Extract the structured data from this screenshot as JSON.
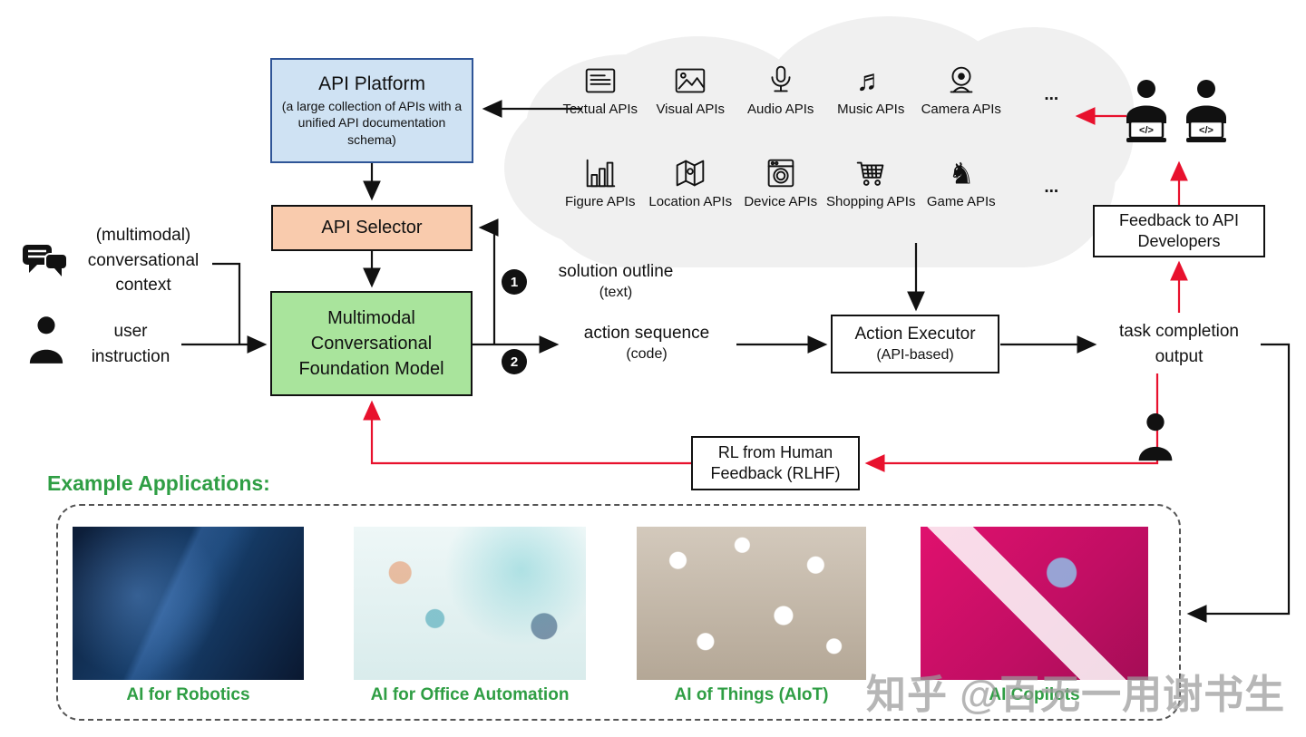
{
  "colors": {
    "platform_fill": "#cfe2f3",
    "platform_border": "#2f5597",
    "selector_fill": "#f9cbad",
    "model_fill": "#a9e49c",
    "cloud_fill": "#f0f0f0",
    "accent_red": "#e8112d",
    "green": "#2f9e44"
  },
  "platform": {
    "title": "API Platform",
    "subtitle": "(a large collection of APIs with a unified API documentation schema)"
  },
  "selector": {
    "label": "API Selector"
  },
  "model": {
    "label": "Multimodal Conversational Foundation Model"
  },
  "inputs": {
    "context": "(multimodal) conversational context",
    "instruction": "user instruction"
  },
  "steps": {
    "one": {
      "num": "1",
      "label": "solution outline",
      "sub": "(text)"
    },
    "two": {
      "num": "2",
      "label": "action sequence",
      "sub": "(code)"
    }
  },
  "cloud": {
    "apis": [
      {
        "label": "Textual APIs"
      },
      {
        "label": "Visual APIs"
      },
      {
        "label": "Audio APIs"
      },
      {
        "label": "Music APIs"
      },
      {
        "label": "Camera APIs"
      },
      {
        "label": "..."
      },
      {
        "label": "Figure APIs"
      },
      {
        "label": "Location APIs"
      },
      {
        "label": "Device APIs"
      },
      {
        "label": "Shopping APIs"
      },
      {
        "label": "Game APIs"
      },
      {
        "label": "..."
      }
    ]
  },
  "executor": {
    "title": "Action Executor",
    "sub": "(API-based)"
  },
  "feedback": {
    "label": "Feedback to API Developers"
  },
  "rlhf": {
    "label": "RL from Human Feedback (RLHF)"
  },
  "task_output": {
    "label": "task completion output"
  },
  "icons": {
    "dev_glyph": "</>",
    "game_glyph": "♞",
    "music_glyph": "♬"
  },
  "examples": {
    "heading": "Example Applications:",
    "apps": [
      {
        "label": "AI for Robotics"
      },
      {
        "label": "AI for Office Automation"
      },
      {
        "label": "AI of Things (AIoT)"
      },
      {
        "label": "AI Copilots"
      }
    ]
  },
  "watermark": "知乎 @百无一用谢书生"
}
